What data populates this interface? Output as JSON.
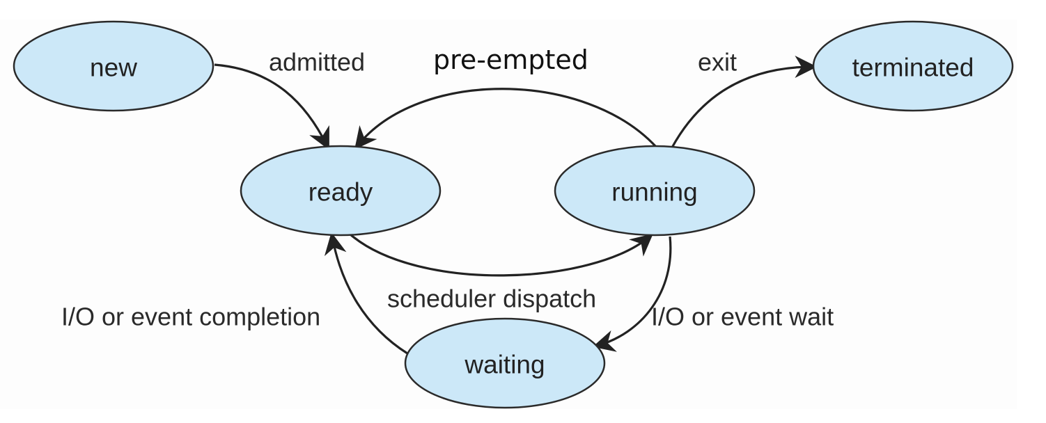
{
  "nodes": {
    "new": "new",
    "ready": "ready",
    "running": "running",
    "terminated": "terminated",
    "waiting": "waiting"
  },
  "edges": {
    "admitted": "admitted",
    "preempted": "pre-empted",
    "exit": "exit",
    "scheduler_dispatch": "scheduler dispatch",
    "io_event_completion": "I/O or event completion",
    "io_event_wait": "I/O or event wait"
  },
  "colors": {
    "node_fill": "#cce8f8",
    "node_stroke": "#2a2a2a",
    "edge": "#222222"
  }
}
